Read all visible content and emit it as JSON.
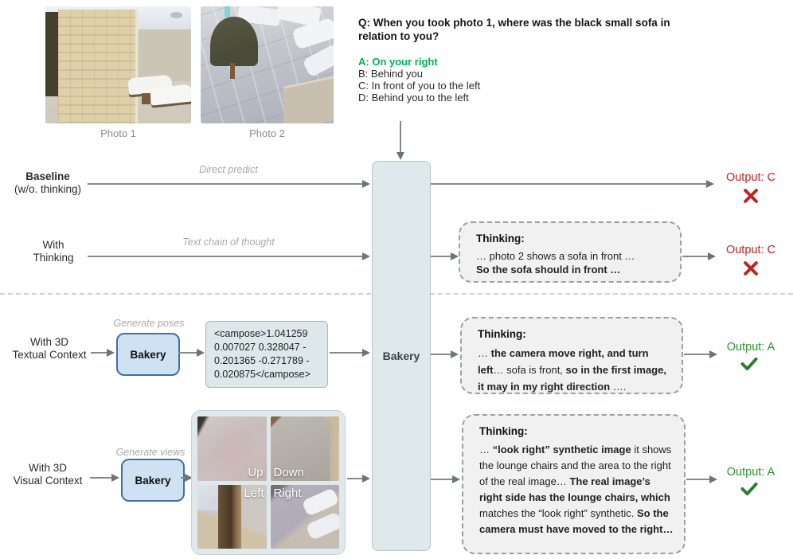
{
  "photos": {
    "photo1_caption": "Photo 1",
    "photo2_caption": "Photo 2"
  },
  "question": {
    "q": "Q: When you took photo 1, where was the black small sofa in relation to you?",
    "option_a": "A: On your right",
    "option_b": "B: Behind you",
    "option_c": "C: In front of you to the left",
    "option_d": "D: Behind you to the left"
  },
  "model": {
    "label": "Bakery"
  },
  "rows": {
    "baseline": {
      "label1": "Baseline",
      "label2": "(w/o. thinking)",
      "arrow_label": "Direct predict",
      "output_label": "Output: C",
      "result_icon": "cross-icon"
    },
    "with_thinking": {
      "label1": "With",
      "label2": "Thinking",
      "arrow_label": "Text chain of thought",
      "thinking_title": "Thinking:",
      "line1": "…  photo 2 shows a sofa in front …",
      "line2": "So the sofa should in front …",
      "output_label": "Output: C",
      "result_icon": "cross-icon"
    },
    "textual_3d": {
      "label1": "With 3D",
      "label2": "Textual Context",
      "arrow_label": "Generate poses",
      "bakery_label": "Bakery",
      "campose_lines": [
        "<campose>1.041259",
        "0.007027 0.328047 -",
        "0.201365 -0.271789 -",
        "0.020875</campose>"
      ],
      "thinking_title": "Thinking:",
      "segments": [
        {
          "text": "…  ",
          "bold": false
        },
        {
          "text": "the camera move right, and turn left",
          "bold": true
        },
        {
          "text": "…  sofa is front, ",
          "bold": false
        },
        {
          "text": "so in the first image, it may in my right direction",
          "bold": true
        },
        {
          "text": " ….",
          "bold": false
        }
      ],
      "output_label": "Output: A",
      "result_icon": "check-icon"
    },
    "visual_3d": {
      "label1": "With 3D",
      "label2": "Visual Context",
      "arrow_label": "Generate views",
      "bakery_label": "Bakery",
      "view_labels": {
        "up": "Up",
        "down": "Down",
        "left": "Left",
        "right": "Right"
      },
      "thinking_title": "Thinking:",
      "segments": [
        {
          "text": "…  ",
          "bold": false
        },
        {
          "text": "“look right” synthetic image",
          "bold": true
        },
        {
          "text": " it shows the lounge chairs and the area to the right of the real image… ",
          "bold": false
        },
        {
          "text": "The real image’s right side has the lounge chairs, which",
          "bold": true
        },
        {
          "text": " matches the “look right” synthetic. ",
          "bold": false
        },
        {
          "text": "So the camera must have moved to the right…",
          "bold": true
        }
      ],
      "output_label": "Output: A",
      "result_icon": "check-icon"
    }
  },
  "colors": {
    "correct_answer_green": "#00b050",
    "output_wrong_red": "#c32222",
    "output_correct_green": "#2e9332",
    "bakery_fill": "#cfe2f3",
    "bakery_border": "#41719c",
    "center_box_fill": "#dfe8ea",
    "thinking_box_fill": "#f1f1f1",
    "arrow_gray": "#858a88",
    "muted_label_gray": "#a9a9a9"
  }
}
